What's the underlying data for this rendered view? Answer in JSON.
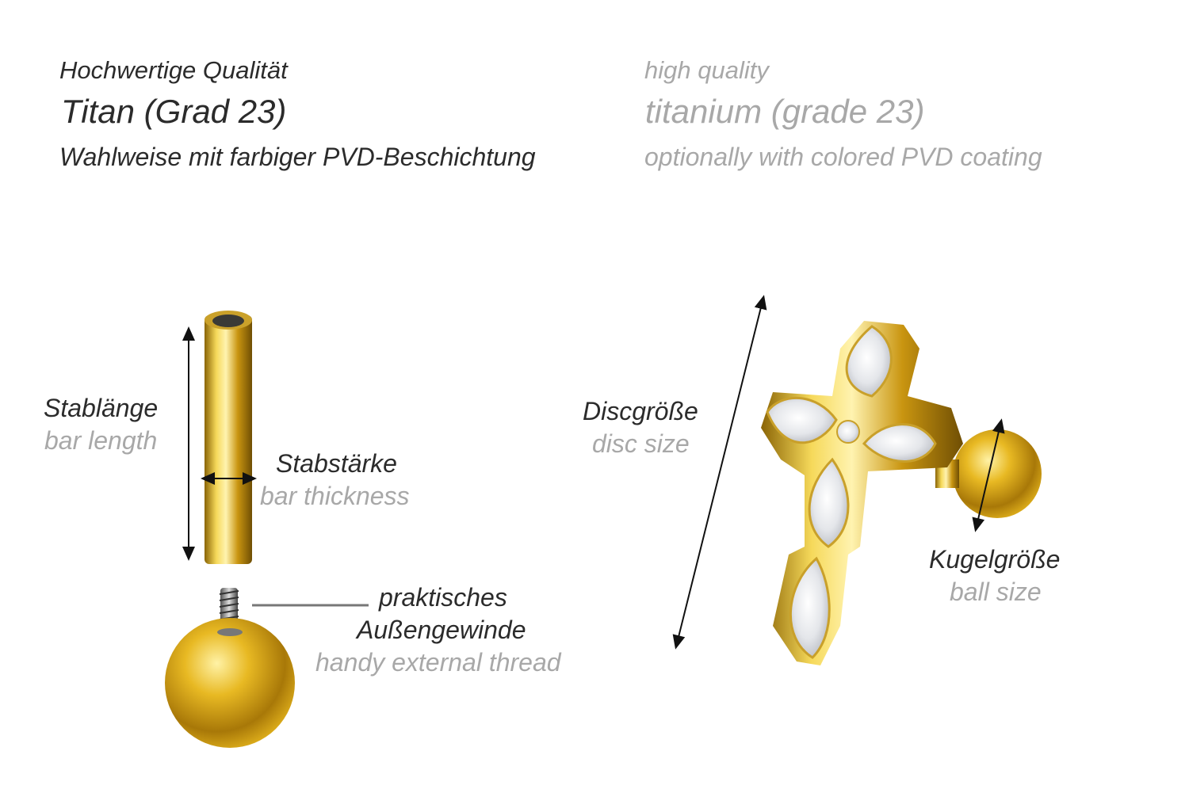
{
  "header": {
    "de": {
      "line1": "Hochwertige Qualität",
      "line2": "Titan (Grad 23)",
      "line3": "Wahlweise mit farbiger PVD-Beschichtung"
    },
    "en": {
      "line1": "high quality",
      "line2": "titanium (grade 23)",
      "line3": "optionally with colored PVD coating"
    }
  },
  "labels": {
    "bar_length": {
      "de": "Stablänge",
      "en": "bar length"
    },
    "bar_thickness": {
      "de": "Stabstärke",
      "en": "bar thickness"
    },
    "thread": {
      "de1": "praktisches",
      "de2": "Außengewinde",
      "en": "handy external thread"
    },
    "disc_size": {
      "de": "Discgröße",
      "en": "disc size"
    },
    "ball_size": {
      "de": "Kugelgröße",
      "en": "ball size"
    }
  },
  "colors": {
    "text_dark": "#2b2b2b",
    "text_gray": "#a8a8a8",
    "gold": "#d9a915"
  }
}
